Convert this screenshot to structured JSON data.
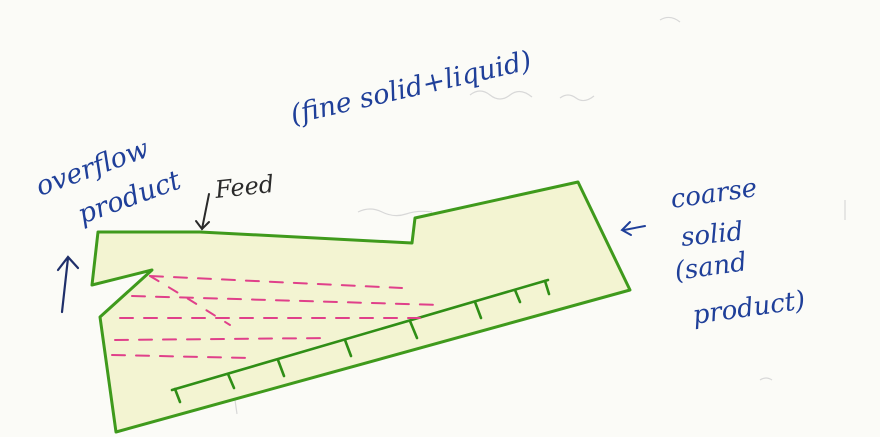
{
  "labels": {
    "fine_solid_liquid": "(fine solid+liquid)",
    "overflow_line1": "overflow",
    "overflow_line2": "product",
    "feed": "Feed",
    "coarse_line1": "coarse",
    "coarse_line2": "solid",
    "coarse_line3": "(sand",
    "coarse_line4": "product)"
  },
  "colors": {
    "paper": "#fbfbf7",
    "outline": "#3f9a1c",
    "fill": "#f3f4d2",
    "ink_blue": "#1f3f99",
    "ink_black": "#2a2a2a",
    "pink": "#e0408a"
  }
}
